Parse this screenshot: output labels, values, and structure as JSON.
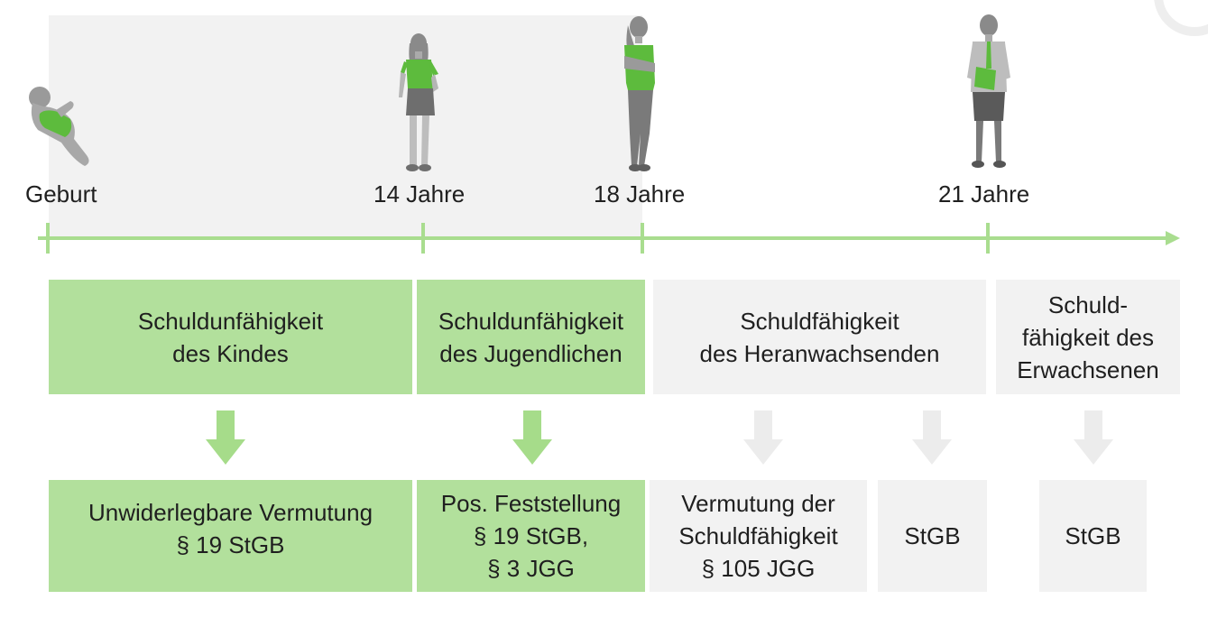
{
  "timeline": {
    "milestones": [
      {
        "label": "Geburt"
      },
      {
        "label": "14 Jahre"
      },
      {
        "label": "18 Jahre"
      },
      {
        "label": "21 Jahre"
      }
    ]
  },
  "stages": [
    {
      "text": "Schuldunfähigkeit\ndes Kindes",
      "highlight": true
    },
    {
      "text": "Schuldunfähigkeit\ndes Jugendlichen",
      "highlight": true
    },
    {
      "text": "Schuldfähigkeit\ndes Heranwachsenden",
      "highlight": false
    },
    {
      "text": "Schuld-\nfähigkeit des\nErwachsenen",
      "highlight": false
    }
  ],
  "outcomes": [
    {
      "text": "Unwiderlegbare Vermutung\n§ 19 StGB",
      "highlight": true
    },
    {
      "text": "Pos. Feststellung\n§ 19 StGB,\n§ 3 JGG",
      "highlight": true
    },
    {
      "text": "Vermutung der\nSchuldfähigkeit\n§ 105 JGG",
      "highlight": false
    },
    {
      "text": "StGB",
      "highlight": false
    },
    {
      "text": "StGB",
      "highlight": false
    }
  ],
  "figures": [
    {
      "icon": "baby-figure-icon"
    },
    {
      "icon": "girl-figure-icon"
    },
    {
      "icon": "teen-figure-icon"
    },
    {
      "icon": "woman-figure-icon"
    }
  ],
  "colors": {
    "green_fill": "#b2e09c",
    "grey_fill": "#f2f2f2",
    "timeline": "#a9dd8f",
    "arrow_green": "#a6dc8a",
    "arrow_grey": "#ececec",
    "figure_grey": "#9a9a9a",
    "figure_green": "#5dbb3d"
  }
}
